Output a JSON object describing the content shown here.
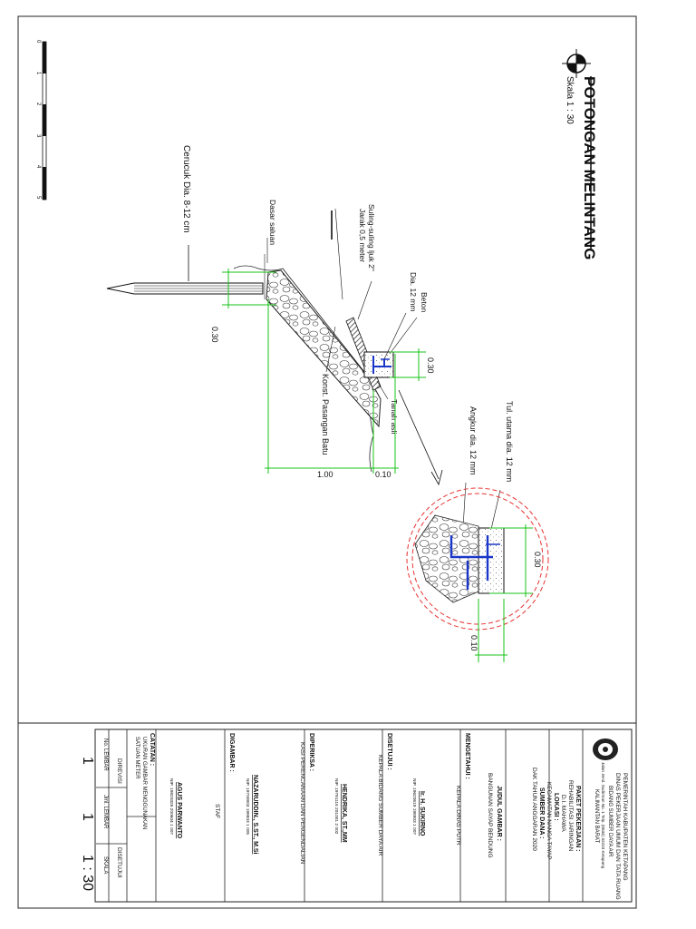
{
  "drawing": {
    "title": "POTONGAN MELINTANG",
    "scale_label": "Skala 1 : 30",
    "scale_bar_ticks": [
      "0",
      "1",
      "2",
      "3",
      "4",
      "5"
    ],
    "labels": {
      "cerucuk": "Cerucuk Dia. 8-12 cm",
      "dasar_saluran": "Dasar saluan",
      "suling": "Suling-suling ljuk 2\"",
      "jarak": "Jarak 0,5 meter",
      "dia": "Dia. 12 mm",
      "beton": "Beton",
      "tanah_asli": "Tanah asli",
      "konst": "Konst. Pasangan Batu",
      "tul_utama": "Tul. utama dia. 12 mm",
      "angkur": "Angkur dia. 12 mm"
    },
    "dimensions": {
      "d030_left": "0.30",
      "d030_top": "0.30",
      "d100": "1.00",
      "d010": "0.10",
      "detail_030": "0.30",
      "detail_010": "0.10"
    }
  },
  "title_block": {
    "agency": {
      "line1": "PEMERINTAH KABUPATEN KETAPANG",
      "line2": "DINAS PEKERJAAN UMUM DAN TATA RUANG",
      "line3": "BIDANG SUMBER DAYA AIR",
      "line4": "Jalan Jend. Sudirman No. 1 Telp. (0534) 32224 Ketapang",
      "line5": "KALIMANTAN BARAT"
    },
    "paket_label": "PAKET PEKERJAAN :",
    "paket_value1": "REHABILITASI JARINGAN",
    "paket_value2": "D.I. MAHAWA",
    "lokasi_label": "LOKASI :",
    "lokasi_value": "KECAMATAN NANGA TAYAP",
    "sumber_label": "SUMBER DANA :",
    "sumber_value": "DAK TAHUN ANGGARAN 2020",
    "judul_label": "JUDUL GAMBAR :",
    "judul_value": "BANGUNAN SAYAP BENDUNG",
    "mengetahui_label": "MENGETAHUI :",
    "mengetahui_role": "KEPALA DINAS PUTR",
    "mengetahui_name": "Ir. H. SUKIRNO",
    "mengetahui_nip": "NIP. 19620619 198903 1 007",
    "disetujui_label": "DISETUJUI :",
    "disetujui_role": "KEPALA BIDANG SUMBER DAYA AIR",
    "disetujui_name": "HENDRIKA, ST.,MM",
    "disetujui_nip": "NIP. 19791115 201001 2 002",
    "diperiksa_label": "DIPERIKSA :",
    "diperiksa_role": "KASI PERENCANAAN DAN PENGENDALIAN",
    "diperiksa_name": "NAZARUDDIN., S.ST., M.Si",
    "diperiksa_nip": "NIP. 19700903 199803 1 005",
    "digambar_label": "DIGAMBAR :",
    "digambar_role": "STAF",
    "digambar_name": "AGUS PARWANTO",
    "digambar_nip": "NIP. 19820326 200604 1 007",
    "catatan_label": "CATATAN :",
    "catatan_line1": "UKURAN GAMBAR MENGGUNAKAN",
    "catatan_line2": "SATUAN METER",
    "direvisi": "DIREVISI",
    "disetujui_col": "DISETUJUI",
    "no_lembar_label": "No. LEMBAR",
    "jml_lembar_label": "Jml. LEMBAR",
    "skala_label": "SKALA",
    "no_lembar_value": "1",
    "jml_lembar_value": "1",
    "skala_value": "1 : 30"
  }
}
